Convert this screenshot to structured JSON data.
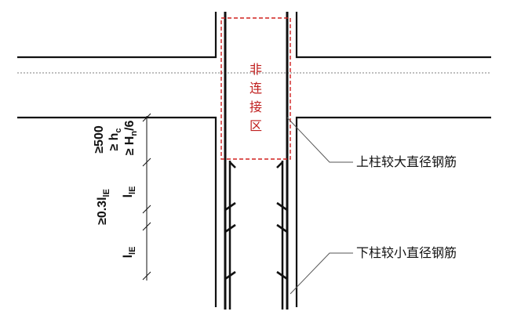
{
  "zone_label_chars": [
    "非",
    "连",
    "接",
    "区"
  ],
  "callouts": {
    "upper_bars": "上柱较大直径钢筋",
    "lower_bars": "下柱较小直径钢筋"
  },
  "dimensions": {
    "min_500": "≥500",
    "min_hc": "≥ h",
    "hc_sub": "c",
    "min_hn": "≥ H",
    "hn_sub": "n",
    "hn_suffix": "/6",
    "lie_1": "l",
    "lie_1_sub": "lE",
    "min_03lie": "≥0.3l",
    "min_03lie_sub": "lE",
    "lie_2": "l",
    "lie_2_sub": "lE"
  },
  "colors": {
    "zone_border": "#d0201f",
    "zone_text": "#c0201f",
    "line": "#111111"
  }
}
